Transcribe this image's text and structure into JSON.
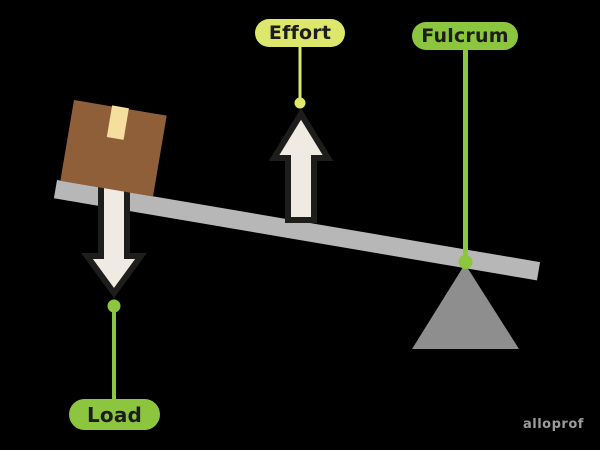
{
  "diagram": {
    "type": "lever-diagram",
    "labels": {
      "effort": "Effort",
      "fulcrum": "Fulcrum",
      "load": "Load"
    },
    "watermark": "alloprof",
    "colors": {
      "background": "#000000",
      "label_green": "#8cc63f",
      "label_yellow": "#dde76b",
      "text_dark": "#1d1d1b",
      "plank_gray": "#b7b7b7",
      "fulcrum_gray": "#8e8e8e",
      "box_brown": "#8f5f3a",
      "tape_cream": "#f6df9e",
      "arrow_fill": "#efeae2",
      "arrow_outline": "#1d1d1b",
      "watermark_gray": "#9c9c9c"
    }
  }
}
